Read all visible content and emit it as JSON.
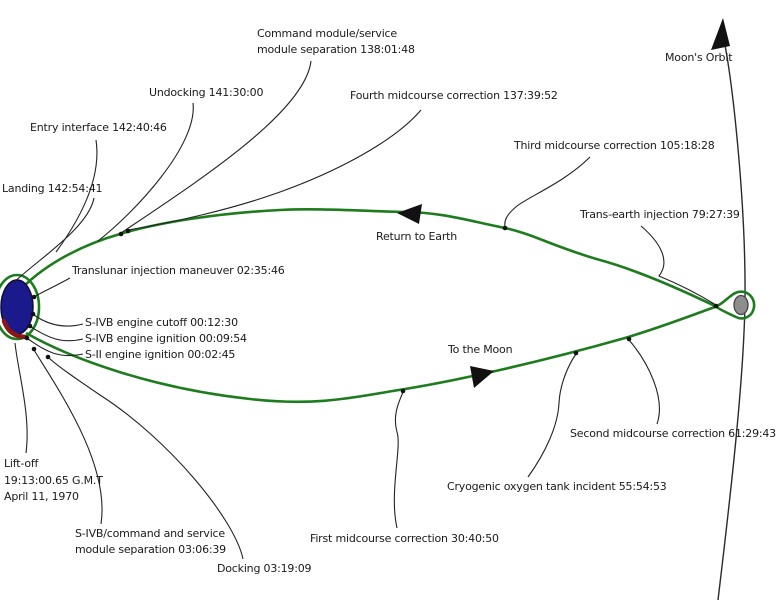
{
  "diagram": {
    "subject": "Apollo 13 mission trajectory diagram",
    "colors": {
      "trajectory_green": "#1e7c1e",
      "earth_fill": "#1a1a8c",
      "moon_fill": "#8d8d8d",
      "incident_red": "#8b1616",
      "line_black": "#222222",
      "text_black": "#1a1a1a",
      "background": "#ffffff"
    }
  },
  "labels": {
    "moons_orbit": "Moon's Orbit",
    "cmsm_sep_line1": "Command module/service",
    "cmsm_sep_line2": "module separation 138:01:48",
    "undocking": "Undocking 141:30:00",
    "fourth_mc": "Fourth midcourse correction 137:39:52",
    "entry_interface": "Entry interface 142:40:46",
    "third_mc": "Third midcourse correction 105:18:28",
    "landing": "Landing 142:54:41",
    "transearth_injection": "Trans-earth injection 79:27:39",
    "return_to_earth": "Return to Earth",
    "translunar_injection": "Translunar injection maneuver 02:35:46",
    "sivb_cutoff": "S-IVB engine cutoff 00:12:30",
    "sivb_ignition": "S-IVB engine ignition 00:09:54",
    "sii_ignition": "S-II engine ignition 00:02:45",
    "to_the_moon": "To the Moon",
    "second_mc": "Second midcourse correction 61:29:43",
    "liftoff_line1": "Lift-off",
    "liftoff_line2": "19:13:00.65 G.M.T",
    "liftoff_line3": "April 11, 1970",
    "cryo_incident": "Cryogenic oxygen tank incident 55:54:53",
    "sivb_csm_line1": "S-IVB/command and service",
    "sivb_csm_line2": "module separation 03:06:39",
    "first_mc": "First midcourse correction 30:40:50",
    "docking": "Docking 03:19:09"
  }
}
